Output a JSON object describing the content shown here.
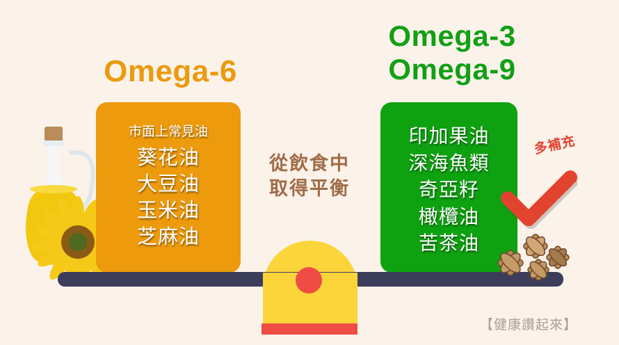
{
  "left": {
    "title": "Omega-6",
    "subheading": "市面上常見油",
    "items": [
      "葵花油",
      "大豆油",
      "玉米油",
      "芝麻油"
    ],
    "color": "#ed9a0c"
  },
  "right": {
    "title_line1": "Omega-3",
    "title_line2": "Omega-9",
    "items": [
      "印加果油",
      "深海魚類",
      "奇亞籽",
      "橄欖油",
      "苦茶油"
    ],
    "color": "#0ea110",
    "annotation": "多補充",
    "annotation_icon": "checkmark-icon"
  },
  "center": {
    "line1": "從飲食中",
    "line2": "取得平衡"
  },
  "illustrations": {
    "left": "oil-bottle-and-sunflower",
    "right": "sacha-inchi-seeds",
    "scale": "balance-scale"
  },
  "colors": {
    "background": "#fbf2ea",
    "beam": "#3c3d5a",
    "fulcrum": "#fcd53a",
    "accent_red": "#ee4c44",
    "center_text": "#a06c48"
  },
  "credit": "【健康讚起來】"
}
